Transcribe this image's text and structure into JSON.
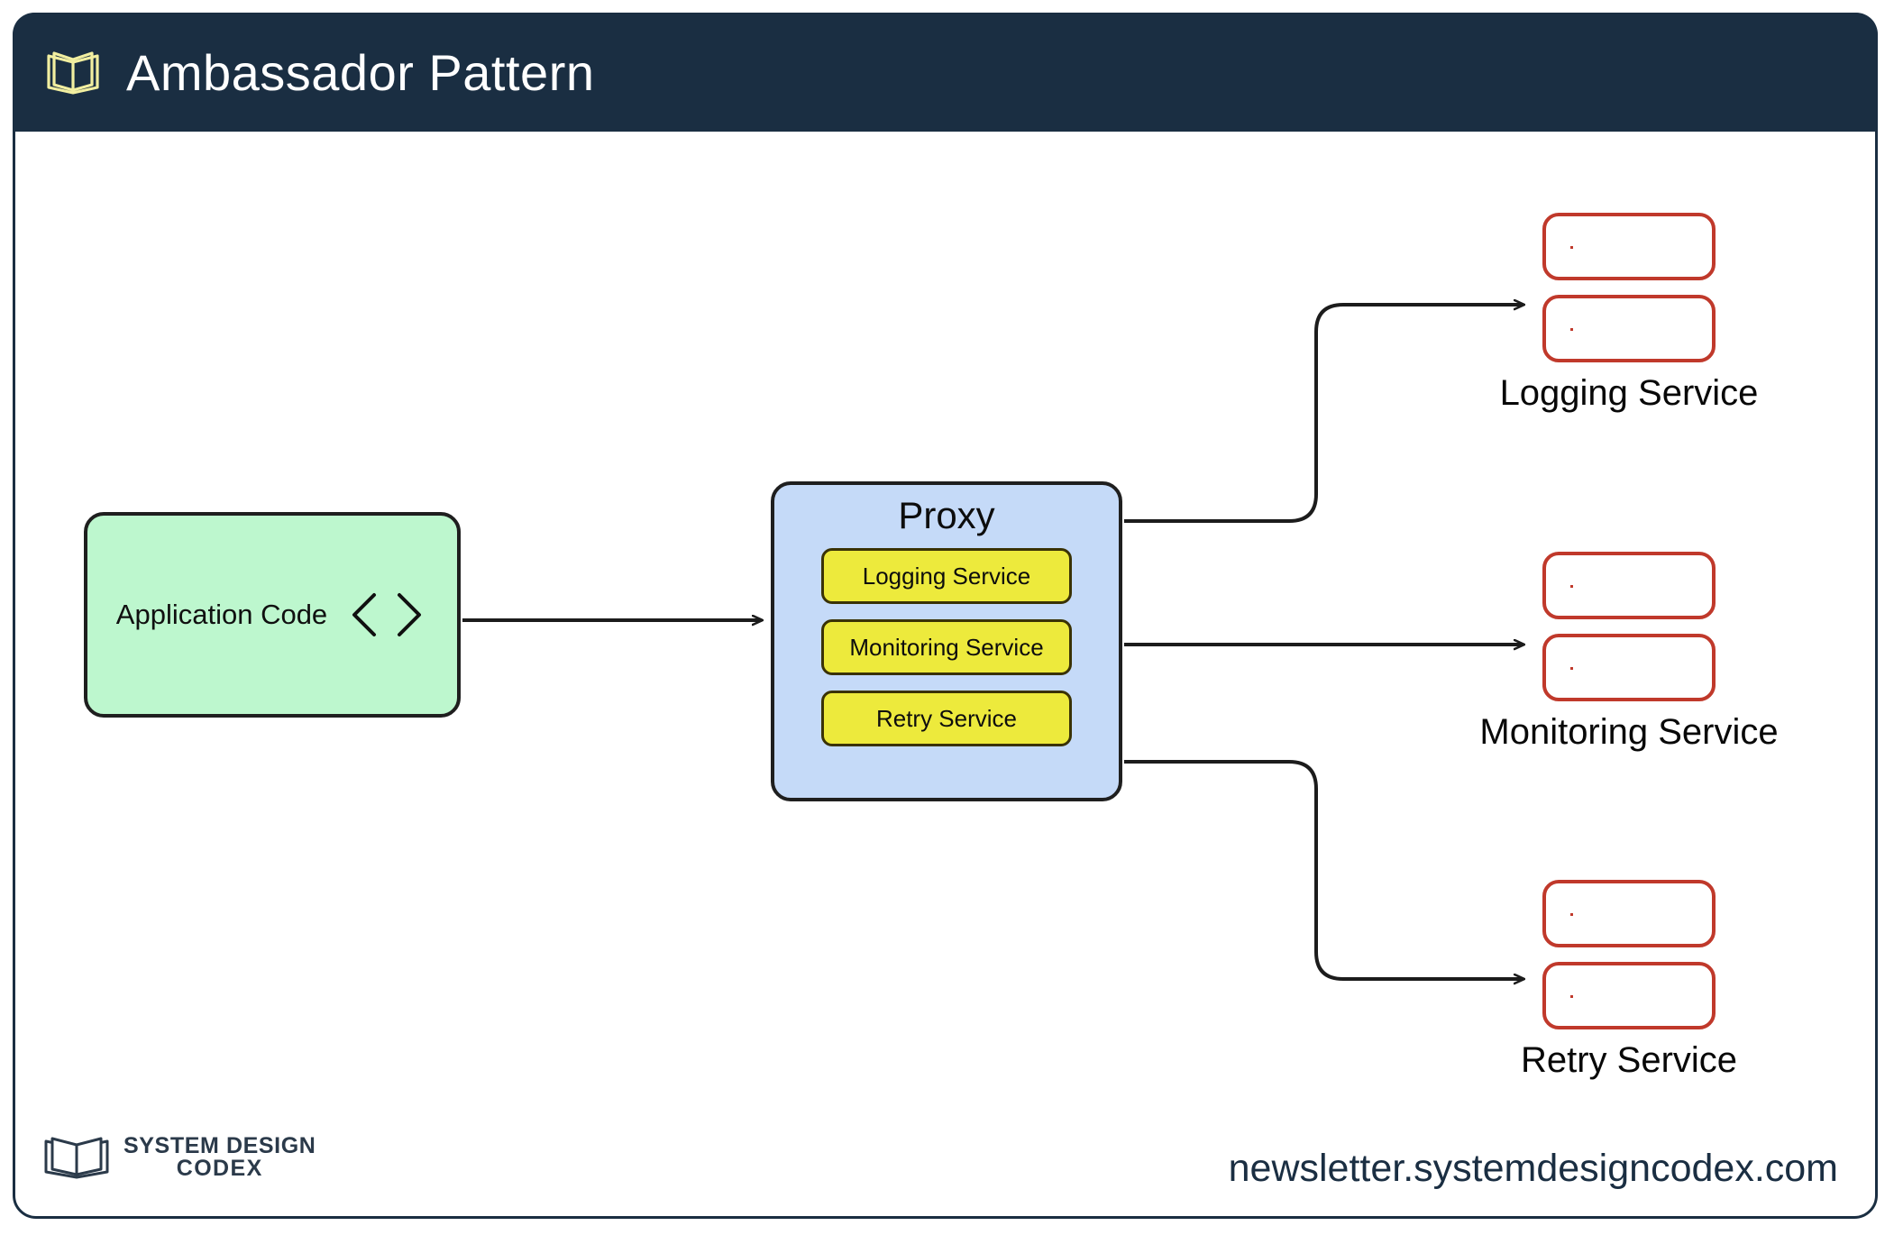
{
  "header": {
    "title": "Ambassador Pattern",
    "icon": "open-book-icon"
  },
  "diagram": {
    "type": "architecture-flow",
    "client": {
      "label": "Application Code",
      "icon": "code-brackets-icon",
      "fill": "#bdf7ce",
      "stroke": "#1f1f1f"
    },
    "proxy": {
      "title": "Proxy",
      "fill": "#c5daf8",
      "stroke": "#1f1f1f",
      "item_fill": "#edea3c",
      "items": [
        {
          "label": "Logging Service"
        },
        {
          "label": "Monitoring Service"
        },
        {
          "label": "Retry Service"
        }
      ]
    },
    "targets": [
      {
        "caption": "Logging Service",
        "node_count": 2,
        "stroke": "#c0392b"
      },
      {
        "caption": "Monitoring Service",
        "node_count": 2,
        "stroke": "#c0392b"
      },
      {
        "caption": "Retry Service",
        "node_count": 2,
        "stroke": "#c0392b"
      }
    ],
    "connectors": [
      {
        "from": "application-code",
        "to": "proxy",
        "style": "straight-arrow"
      },
      {
        "from": "proxy",
        "to": "logging-service",
        "style": "elbow-up-arrow"
      },
      {
        "from": "proxy",
        "to": "monitoring-service",
        "style": "straight-arrow"
      },
      {
        "from": "proxy",
        "to": "retry-service",
        "style": "elbow-down-arrow"
      }
    ]
  },
  "footer": {
    "brand_line_1": "SYSTEM DESIGN",
    "brand_line_2": "CODEX",
    "url": "newsletter.systemdesigncodex.com",
    "icon": "open-book-icon"
  },
  "colors": {
    "header_bg": "#1a2e42",
    "accent_yellow": "#f2efa0",
    "green": "#bdf7ce",
    "blue": "#c5daf8",
    "yellow": "#edea3c",
    "red": "#c0392b"
  }
}
